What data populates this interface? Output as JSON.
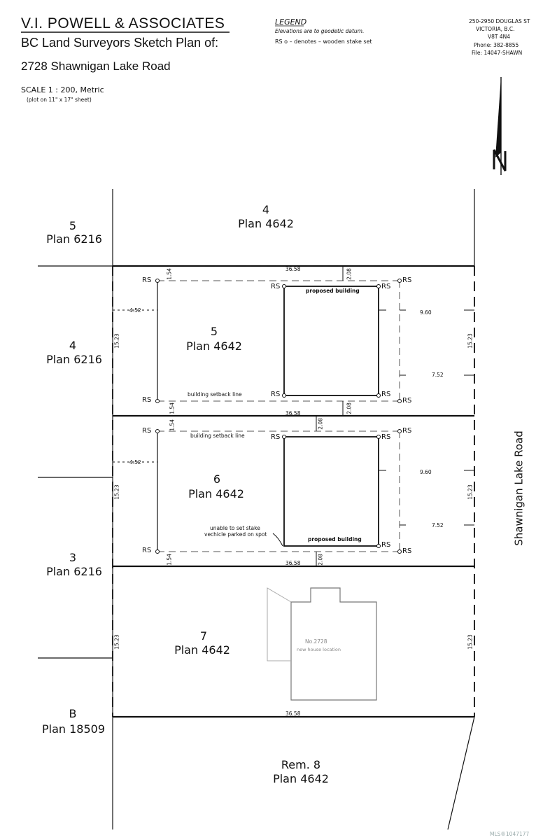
{
  "header": {
    "firm": "V.I. POWELL & ASSOCIATES",
    "subtitle": "BC Land Surveyors Sketch Plan of:",
    "address": "2728 Shawnigan Lake Road",
    "scale": "SCALE 1 : 200, Metric",
    "scale_note": "(plot on 11\" x 17\" sheet)"
  },
  "legend": {
    "title": "LEGEND",
    "line1": "Elevations are to geodetic datum.",
    "line2": "RS o  –  denotes  –  wooden stake set"
  },
  "contact": {
    "street": "250-2950 DOUGLAS ST",
    "city": "VICTORIA, B.C.",
    "postal": "V8T 4N4",
    "phone": "Phone:  382-8855",
    "file": "File:  14047-SHAWN"
  },
  "north_label": "N",
  "road_label": "Shawnigan Lake Road",
  "lots": {
    "top_neighbor": {
      "num": "4",
      "plan": "Plan 4642"
    },
    "left_top": {
      "num": "5",
      "plan": "Plan 6216"
    },
    "left_mid": {
      "num": "4",
      "plan": "Plan 6216"
    },
    "left_low": {
      "num": "3",
      "plan": "Plan 6216"
    },
    "left_bottom": {
      "num": "B",
      "plan": "Plan 18509"
    },
    "lot5": {
      "num": "5",
      "plan": "Plan 4642"
    },
    "lot6": {
      "num": "6",
      "plan": "Plan 4642"
    },
    "lot7": {
      "num": "7",
      "plan": "Plan 4642"
    },
    "bottom": {
      "num": "Rem. 8",
      "plan": "Plan 4642"
    }
  },
  "labels": {
    "rs": "RS",
    "proposed_building": "proposed building",
    "setback_line": "building setback line",
    "unable_1": "unable to set stake",
    "unable_2": "vechicle parked on spot",
    "house_no": "No.2728",
    "house_note": "new house location"
  },
  "dims": {
    "width": "36.58",
    "depth": "15.23",
    "front_setback": "1.54",
    "side_setback": "2.08",
    "left_offset": "4.52",
    "rear_upper": "9.60",
    "rear_lower": "7.52"
  },
  "watermark": "MLS®1047177"
}
